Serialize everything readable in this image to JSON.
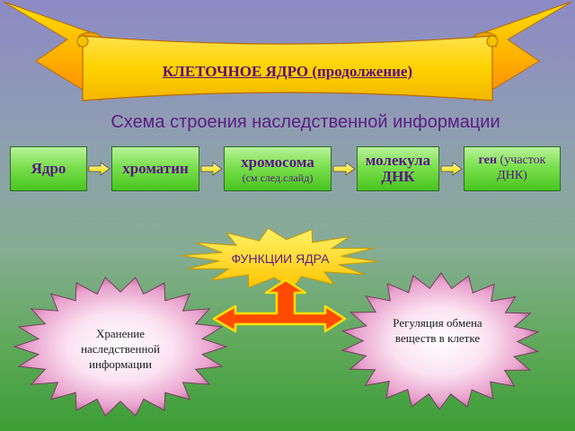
{
  "banner": {
    "title": "КЛЕТОЧНОЕ ЯДРО (продолжение)"
  },
  "subtitle": "Схема строения наследственной информации",
  "chain": {
    "nodes": [
      {
        "main": "Ядро"
      },
      {
        "main": "хроматин"
      },
      {
        "main": "хромосома",
        "sub": "(см след.слайд)"
      },
      {
        "main": "молекула ДНК"
      },
      {
        "main_bold": "ген",
        "main_rest": " (участок ДНК)"
      }
    ]
  },
  "functions": {
    "title": "ФУНКЦИИ ЯДРА",
    "left": "Хранение наследственной информации",
    "right": "Регуляция обмена веществ в клетке"
  },
  "colors": {
    "title_text": "#5a0f78",
    "node_fill": "#7be04e",
    "banner_fill": "#ffd700",
    "arrow_fill": "#ff4000"
  }
}
